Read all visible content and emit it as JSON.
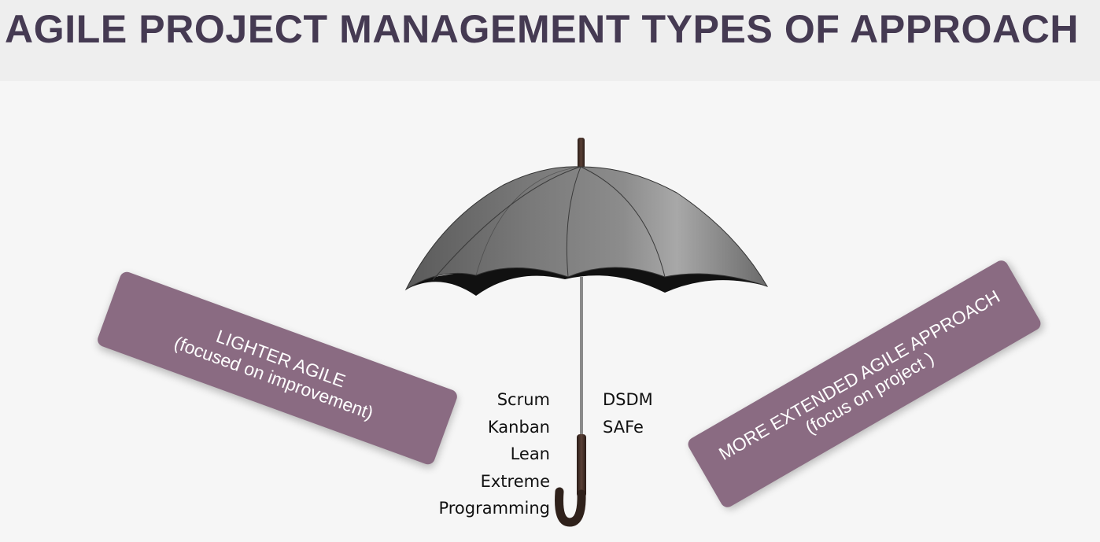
{
  "title": "AGILE PROJECT MANAGEMENT TYPES OF APPROACH",
  "umbrella": {
    "icon": "umbrella-icon",
    "canopy_color": "#6e6e6e",
    "handle_color": "#3a2a24"
  },
  "left_box": {
    "line1": "LIGHTER AGILE",
    "line2": "(focused on improvement)",
    "color": "#8a6b82"
  },
  "right_box": {
    "line1": "MORE EXTENDED AGILE APPROACH",
    "line2": "(focus on project )",
    "color": "#8a6b82"
  },
  "left_methods": [
    "Scrum",
    "Kanban",
    "Lean",
    "Extreme",
    "Programming"
  ],
  "right_methods": [
    "DSDM",
    "SAFe"
  ]
}
